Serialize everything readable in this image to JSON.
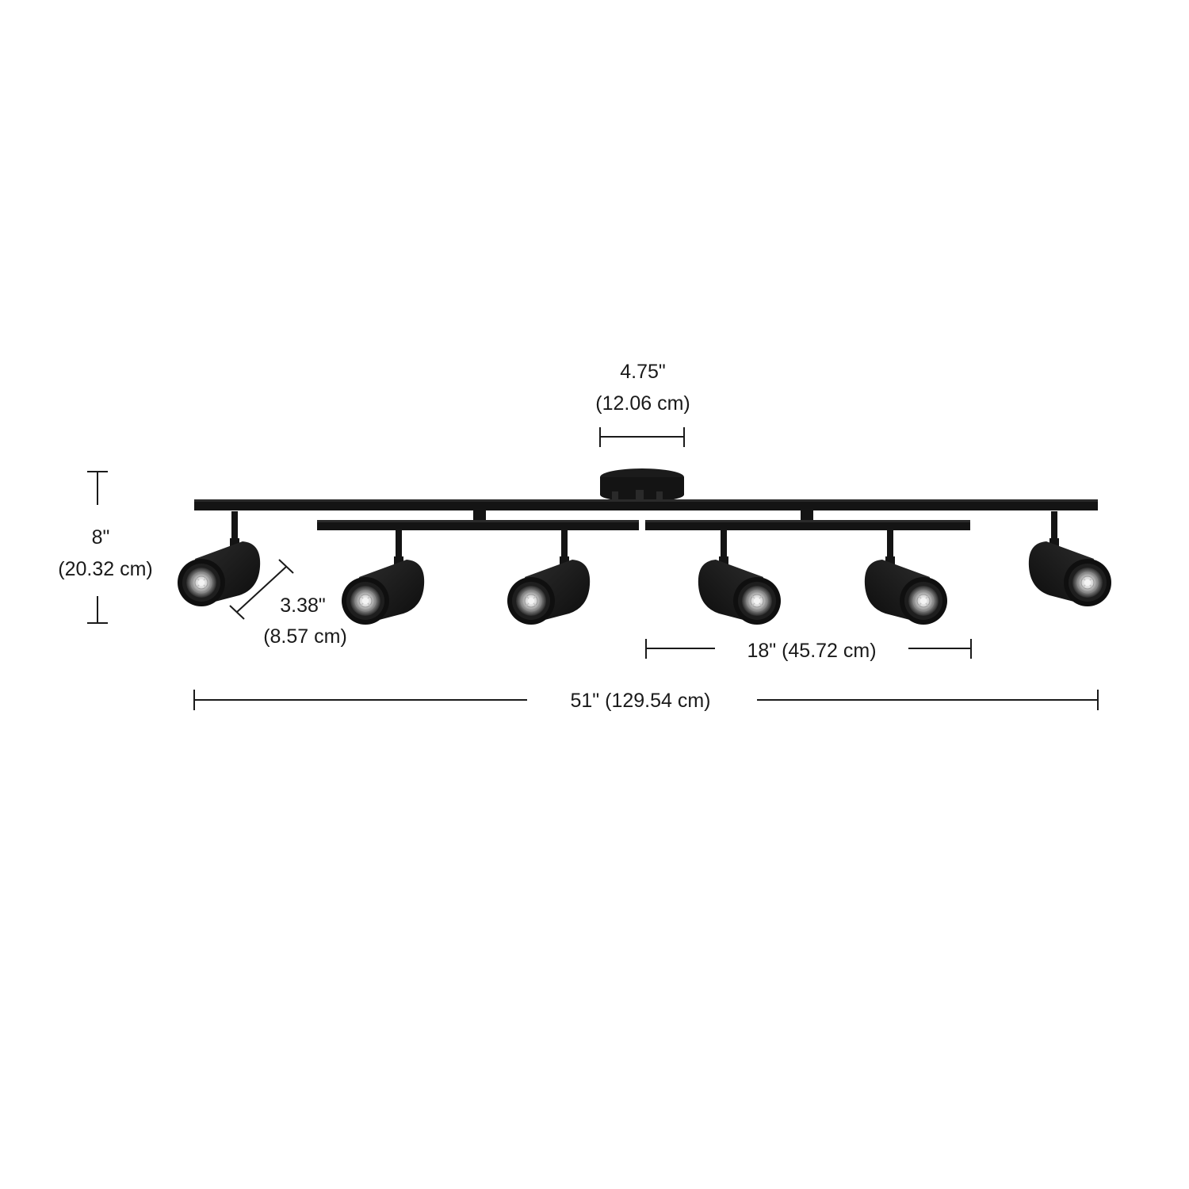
{
  "dimensions": {
    "canopy_width": {
      "imperial": "4.75\"",
      "metric": "(12.06 cm)"
    },
    "height": {
      "imperial": "8\"",
      "metric": "(20.32 cm)"
    },
    "shade_diameter": {
      "imperial": "3.38\"",
      "metric": "(8.57 cm)"
    },
    "spot_spacing": {
      "label": "18\" (45.72 cm)"
    },
    "overall_length": {
      "label": "51\" (129.54 cm)"
    }
  },
  "fixture": {
    "finish_color": "#141414",
    "lamp_count": 6
  }
}
